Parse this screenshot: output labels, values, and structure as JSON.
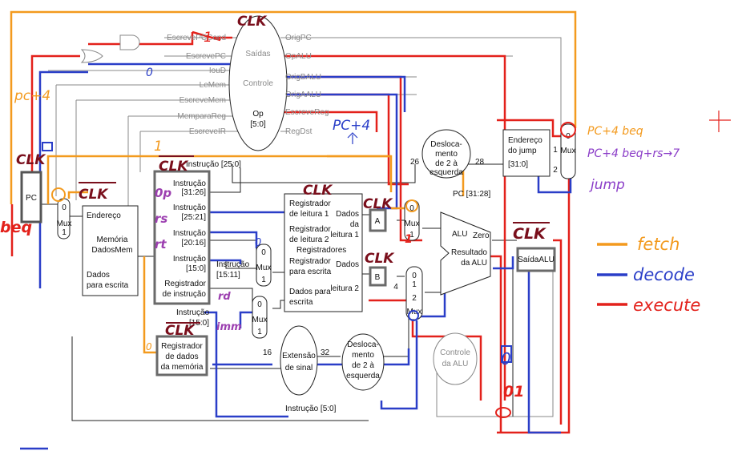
{
  "controle": {
    "saidas": "Saídas",
    "controle": "Controle",
    "op": "Op",
    "op_bits": "[5:0]",
    "left_signals": [
      "EscrevePCCond",
      "EscrevePC",
      "IouD",
      "LeMem",
      "EscreveMem",
      "MemparaReg",
      "EscreveIR"
    ],
    "right_signals": [
      "OrigPC",
      "OpALU",
      "OrigBALU",
      "OrigAALU",
      "EscreveReg",
      "RegDst"
    ]
  },
  "pc": {
    "label": "PC"
  },
  "mux": {
    "label": "Mux",
    "sel0": "0",
    "sel1": "1",
    "sel2": "2",
    "sel4": "4"
  },
  "memoria": {
    "endereco": "Endereço",
    "title_line1": "Memória",
    "title_line2": "DadosMem",
    "dados_line1": "Dados",
    "dados_line2": "para escrita"
  },
  "reg_instrucao": {
    "instr_31_26_a": "Instrução",
    "instr_31_26_b": "[31:26]",
    "instr_25_21_a": "Instrução",
    "instr_25_21_b": "[25:21]",
    "instr_20_16_a": "Instrução",
    "instr_20_16_b": "[20:16]",
    "instr_15_0_a": "Instrução",
    "instr_15_0_b": "[15:0]",
    "title_line1": "Registrador",
    "title_line2": "de instrução",
    "instr_15_0_out_a": "Instrução",
    "instr_15_0_out_b": "[15:0]"
  },
  "instr_25_0": "Instrução [25:0]",
  "instr_15_11_a": "Instrução",
  "instr_15_11_b": "[15:11]",
  "instr_5_0": "Instrução [5:0]",
  "reg_dados_mem": {
    "line1": "Registrador",
    "line2": "de dados",
    "line3": "da memória"
  },
  "registradores": {
    "reg_leitura1_a": "Registrador",
    "reg_leitura1_b": "de leitura 1",
    "reg_leitura2_a": "Registrador",
    "reg_leitura2_b": "de leitura 2",
    "registradores": "Registradores",
    "reg_escrita_a": "Registrador",
    "reg_escrita_b": "para escrita",
    "dados_escrita_a": "Dados para",
    "dados_escrita_b": "escrita",
    "dados_l1_a": "Dados",
    "dados_l1_b": "da",
    "dados_l1_c": "leitura 1",
    "dados_l2_a": "Dados",
    "dados_l2_b": "leitura 2"
  },
  "reg_a": "A",
  "reg_b": "B",
  "deslocamento_top": {
    "line1": "Desloca-",
    "line2": "mento",
    "line3": "de 2 à",
    "line4": "esquerda"
  },
  "deslocamento_bottom": {
    "line1": "Desloca-",
    "line2": "mento",
    "line3": "de 2 à",
    "line4": "esquerda"
  },
  "extensao": {
    "line1": "Extensão",
    "line2": "de sinal"
  },
  "bits": {
    "b26": "26",
    "b28": "28",
    "b16": "16",
    "b32": "32",
    "pc_31_28": "PC [31:28]"
  },
  "alu": {
    "alu": "ALU",
    "zero": "Zero",
    "resultado_a": "Resultado",
    "resultado_b": "da ALU"
  },
  "saida_alu": "SaídaALU",
  "controle_alu": {
    "line1": "Controle",
    "line2": "da ALU"
  },
  "jump": {
    "line1": "Endereço",
    "line2": "do jump",
    "line3": "[31:0]"
  },
  "handwriting": {
    "clk": "CLK",
    "pc4_left": "pc+4",
    "beq_left": "beq",
    "pc4_mid": "PC+4",
    "op_1": "0p",
    "rs": "rs",
    "rt": "rt",
    "rd": "rd",
    "imm": "imm",
    "digit_1": "1",
    "digit_0": "0",
    "digit_01": "01",
    "note1": "PC+4  beq",
    "note2": "PC+4  beq+rs→7",
    "note3": "jump",
    "legend_fetch": "fetch",
    "legend_decode": "decode",
    "legend_execute": "execute"
  },
  "colors": {
    "fetch": "#f39a1e",
    "decode": "#2a3ec8",
    "execute": "#e3211b",
    "clk": "#7a0f1c",
    "purple": "#9c3fb0",
    "note_purple": "#8b3dc8",
    "gray_wire": "#8a8a8a",
    "dark_box": "#6a6a6a"
  }
}
